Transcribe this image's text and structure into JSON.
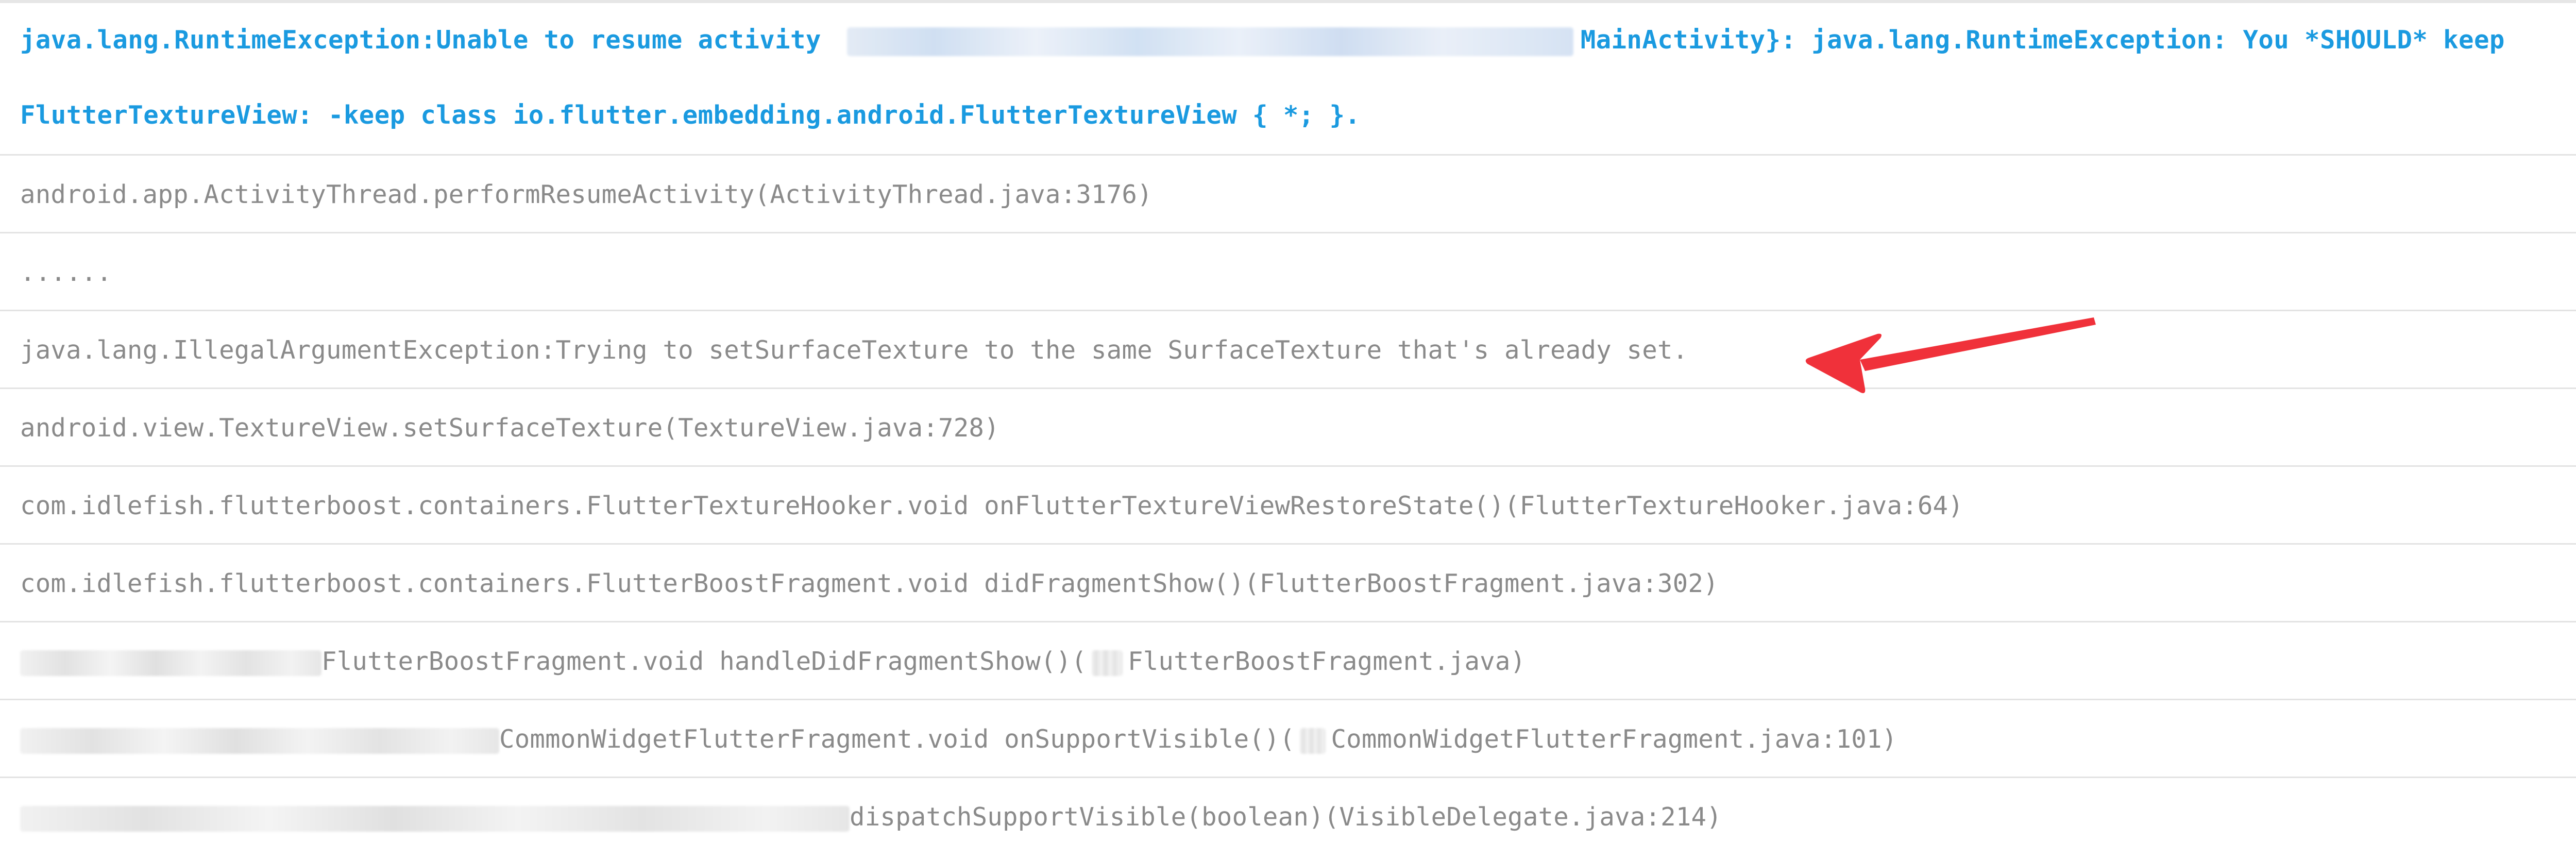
{
  "header": {
    "line1_prefix": "java.lang.RuntimeException:Unable to resume activity",
    "line1_suffix": "MainActivity}: java.lang.RuntimeException: You *SHOULD* keep",
    "line2": "FlutterTextureView: -keep class io.flutter.embedding.android.FlutterTextureView { *; }."
  },
  "rows": [
    {
      "text": "android.app.ActivityThread.performResumeActivity(ActivityThread.java:3176)"
    },
    {
      "text": "......"
    },
    {
      "text": "java.lang.IllegalArgumentException:Trying to setSurfaceTexture to the same SurfaceTexture that's already set."
    },
    {
      "text": "android.view.TextureView.setSurfaceTexture(TextureView.java:728)"
    },
    {
      "text": "com.idlefish.flutterboost.containers.FlutterTextureHooker.void onFlutterTextureViewRestoreState()(FlutterTextureHooker.java:64)"
    },
    {
      "text": "com.idlefish.flutterboost.containers.FlutterBoostFragment.void didFragmentShow()(FlutterBoostFragment.java:302)"
    },
    {
      "part1": "FlutterBoostFragment.void handleDidFragmentShow()(",
      "part2": "FlutterBoostFragment.java)"
    },
    {
      "part1": "CommonWidgetFlutterFragment.void onSupportVisible()(",
      "part2": "CommonWidgetFlutterFragment.java:101)"
    },
    {
      "part1": "dispatchSupportVisible(boolean)(VisibleDelegate.java:214)"
    }
  ],
  "colors": {
    "exception_text": "#1a9ae0",
    "trace_text": "#8a8a8a",
    "row_border": "#e3e3e3",
    "arrow": "#f0313a"
  },
  "icons": {
    "annotation": "red-arrow-icon"
  }
}
